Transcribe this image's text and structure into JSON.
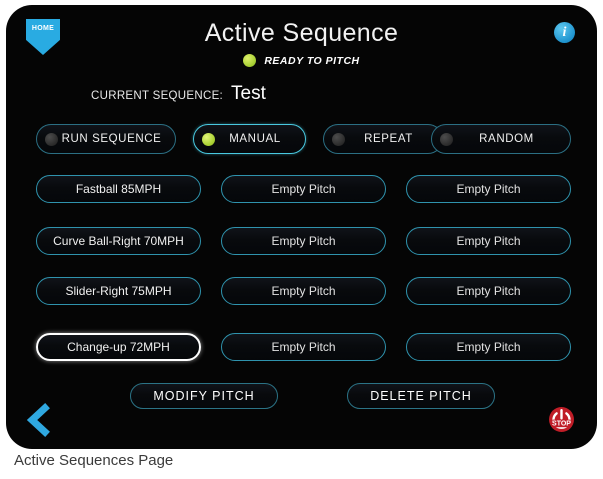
{
  "caption": "Active Sequences Page",
  "header": {
    "title": "Active Sequence",
    "home_icon_label": "HOME",
    "info_icon_label": "i",
    "status_text": "READY TO PITCH",
    "status_color": "#a8d034",
    "sequence_label": "CURRENT SEQUENCE:",
    "sequence_value": "Test"
  },
  "modes": [
    {
      "label": "RUN SEQUENCE",
      "active": false
    },
    {
      "label": "MANUAL",
      "active": true
    },
    {
      "label": "REPEAT",
      "active": false
    },
    {
      "label": "RANDOM",
      "active": false
    }
  ],
  "pitch_grid": {
    "columns": 3,
    "rows": 4,
    "cells": [
      {
        "label": "Fastball 85MPH",
        "empty": false,
        "selected": false
      },
      {
        "label": "Empty Pitch",
        "empty": true,
        "selected": false
      },
      {
        "label": "Empty Pitch",
        "empty": true,
        "selected": false
      },
      {
        "label": "Curve Ball-Right 70MPH",
        "empty": false,
        "selected": false
      },
      {
        "label": "Empty Pitch",
        "empty": true,
        "selected": false
      },
      {
        "label": "Empty Pitch",
        "empty": true,
        "selected": false
      },
      {
        "label": "Slider-Right 75MPH",
        "empty": false,
        "selected": false
      },
      {
        "label": "Empty Pitch",
        "empty": true,
        "selected": false
      },
      {
        "label": "Empty Pitch",
        "empty": true,
        "selected": false
      },
      {
        "label": "Change-up 72MPH",
        "empty": false,
        "selected": true
      },
      {
        "label": "Empty Pitch",
        "empty": true,
        "selected": false
      },
      {
        "label": "Empty Pitch",
        "empty": true,
        "selected": false
      }
    ]
  },
  "actions": {
    "modify_label": "MODIFY PITCH",
    "delete_label": "DELETE PITCH"
  },
  "footer": {
    "back_icon": "chevron-left-icon",
    "back_color": "#2fa8e0",
    "stop_label": "STOP",
    "stop_color": "#cc1f2a"
  },
  "colors": {
    "panel_bg": "#050505",
    "accent_cyan": "#2f93ad",
    "accent_blue": "#29abe2",
    "selected_border": "#ffffff"
  }
}
